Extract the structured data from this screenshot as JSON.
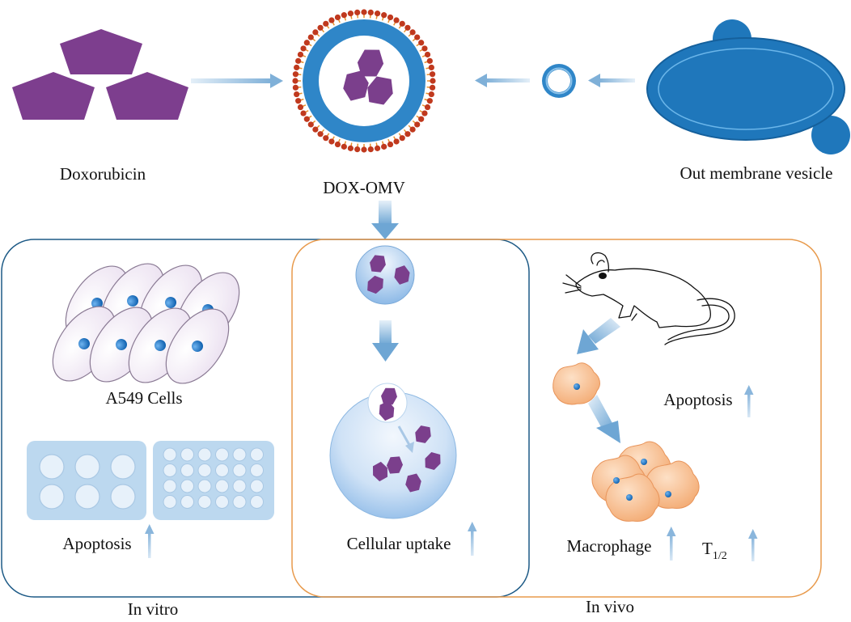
{
  "labels": {
    "doxorubicin": "Doxorubicin",
    "dox_omv": "DOX-OMV",
    "omv": "Out membrane vesicle",
    "a549": "A549 Cells",
    "apoptosis_vitro": "Apoptosis",
    "cellular_uptake": "Cellular uptake",
    "apoptosis_vivo": "Apoptosis",
    "macrophage": "Macrophage",
    "half_life_main": "T",
    "half_life_sub": "1/2",
    "in_vitro": "In vitro",
    "in_vivo": "In vivo"
  },
  "colors": {
    "drug": "#7b3f8c",
    "drug_light": "#9a5aa8",
    "membrane_blue": "#2f86c8",
    "omv_fill": "#1f77bb",
    "lipid_head": "#c0391e",
    "lipid_tail": "#e8902c",
    "arrow": "#8fb8dc",
    "box_vitro": "#1d5a86",
    "box_vivo": "#e89a4c",
    "macrophage": "#f7b47f",
    "nucleus": "#1f7fd0",
    "plate": "#bcd8ef"
  },
  "icons": [
    "pentagon-drug-icon",
    "mouse-icon",
    "arrow-up-icon",
    "macrophage-icon",
    "cell-icon",
    "well-plate-icon"
  ]
}
